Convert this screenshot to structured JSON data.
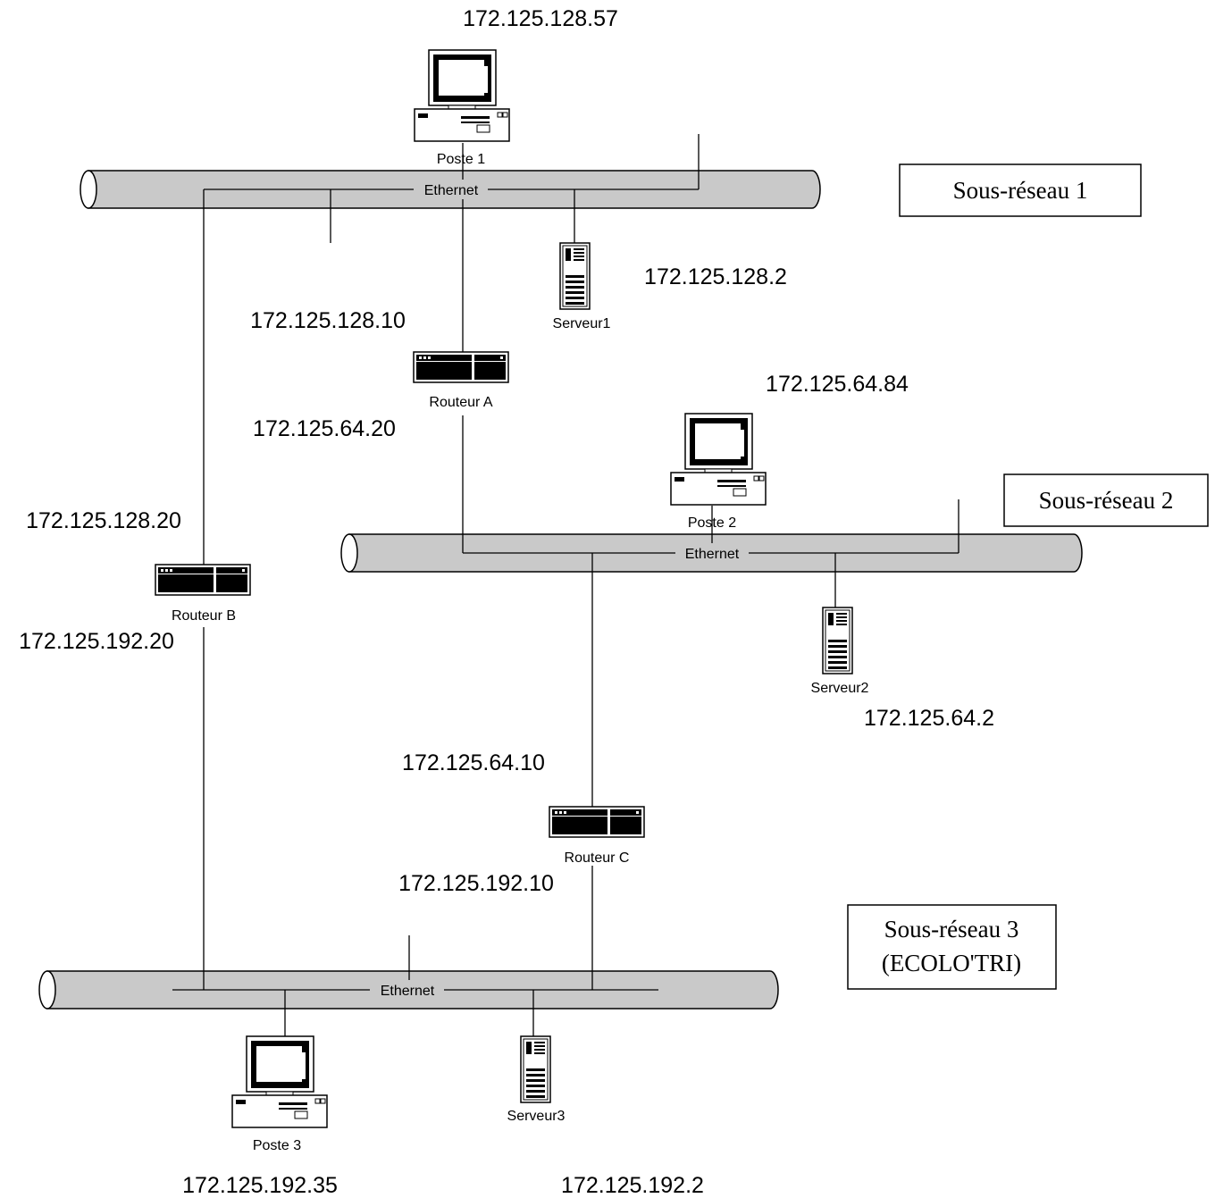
{
  "subnets": {
    "s1": {
      "label": "Sous-réseau 1"
    },
    "s2": {
      "label": "Sous-réseau 2"
    },
    "s3": {
      "line1": "Sous-réseau 3",
      "line2": "(ECOLO'TRI)"
    }
  },
  "segments": {
    "eth1": "Ethernet",
    "eth2": "Ethernet",
    "eth3": "Ethernet"
  },
  "devices": {
    "poste1": {
      "name": "Poste 1",
      "ip": "172.125.128.57"
    },
    "serveur1": {
      "name": "Serveur1",
      "ip": "172.125.128.2"
    },
    "routeurA": {
      "name": "Routeur A",
      "ip_top": "172.125.128.10",
      "ip_bottom": "172.125.64.20"
    },
    "poste2": {
      "name": "Poste 2",
      "ip": "172.125.64.84"
    },
    "routeurB": {
      "name": "Routeur B",
      "ip_top": "172.125.128.20",
      "ip_bottom": "172.125.192.20"
    },
    "serveur2": {
      "name": "Serveur2",
      "ip": "172.125.64.2"
    },
    "routeurC": {
      "name": "Routeur C",
      "ip_top": "172.125.64.10",
      "ip_bottom": "172.125.192.10"
    },
    "poste3": {
      "name": "Poste 3",
      "ip": "172.125.192.35"
    },
    "serveur3": {
      "name": "Serveur3",
      "ip": "172.125.192.2"
    }
  }
}
